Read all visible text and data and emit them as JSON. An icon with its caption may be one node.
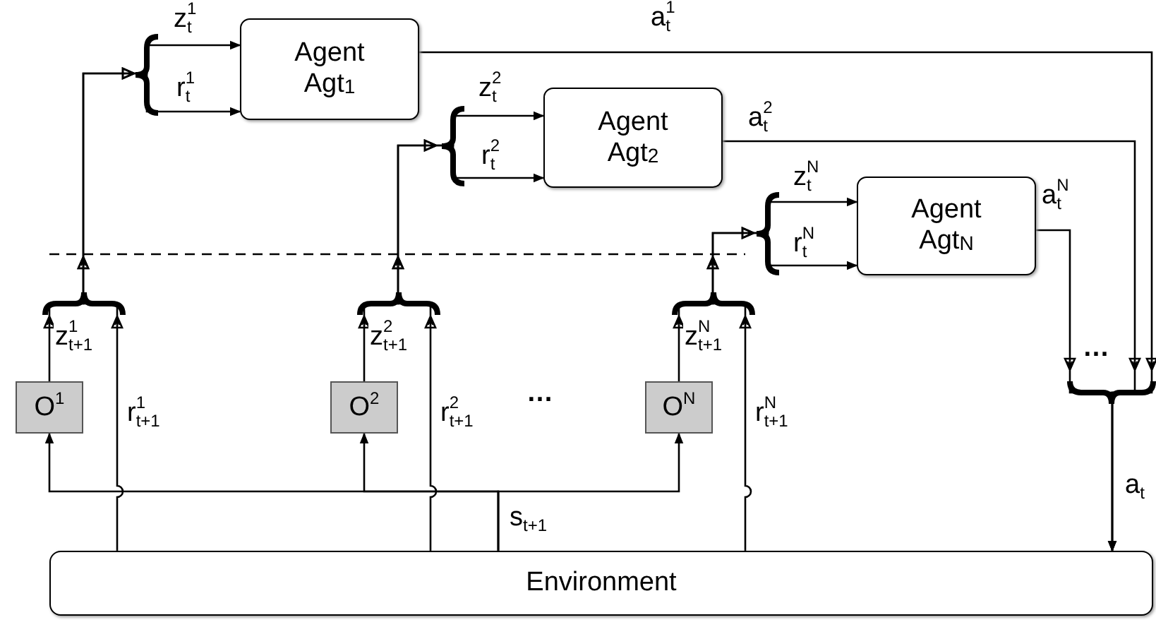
{
  "diagram": {
    "nodes": [
      {
        "text": [
          "Agent Agt$_{1}$"
        ]
      },
      {
        "text": [
          "Agent Agt$_{2}$"
        ]
      },
      {
        "text": [
          "Agent Agt$_{N}$"
        ]
      },
      {
        "text": [
          "O$^{1}$"
        ]
      },
      {
        "text": [
          "O$^{2}$"
        ]
      },
      {
        "text": [
          "O$^{N}$"
        ]
      },
      {
        "text": [
          "Environment"
        ]
      }
    ],
    "edges": [
      {
        "from": 6,
        "to": 3,
        "arrow": "to",
        "label": "s$_{t+1}$"
      },
      {
        "from": 6,
        "to": 4,
        "arrow": "to"
      },
      {
        "from": 6,
        "to": 5,
        "arrow": "to"
      },
      {
        "from": 3,
        "to": 0,
        "arrow": "to",
        "label": "z$^{1}$$_{t+1}$"
      },
      {
        "from": 6,
        "to": 0,
        "arrow": "to",
        "label": "r$^{1}$$_{t+1}$"
      },
      {
        "from": 4,
        "to": 1,
        "arrow": "to",
        "label": "z$^{2}$$_{t+1}$"
      },
      {
        "from": 6,
        "to": 1,
        "arrow": "to",
        "label": "r$^{2}$$_{t+1}$"
      },
      {
        "from": 5,
        "to": 2,
        "arrow": "to",
        "label": "z$^{N}$$_{t+1}$"
      },
      {
        "from": 6,
        "to": 2,
        "arrow": "to",
        "label": "r$^{N}$$_{t+1}$"
      },
      {
        "from": 0,
        "to": 6,
        "arrow": "to",
        "label": "a$^{1}$$_{t}$"
      },
      {
        "from": 1,
        "to": 6,
        "arrow": "to",
        "label": "a$^{2}$$_{t}$"
      },
      {
        "from": 2,
        "to": 6,
        "arrow": "to",
        "label": "a$^{N}$$_{t}$"
      }
    ],
    "labels": [
      "z$^{1}$$_{t}$",
      "r$^{1}$$_{t}$",
      "z$^{2}$$_{t}$",
      "r$^{2}$$_{t}$",
      "z$^{N}$$_{t}$",
      "r$^{N}$$_{t}$",
      "…",
      "…",
      "a$_{t}$"
    ]
  }
}
